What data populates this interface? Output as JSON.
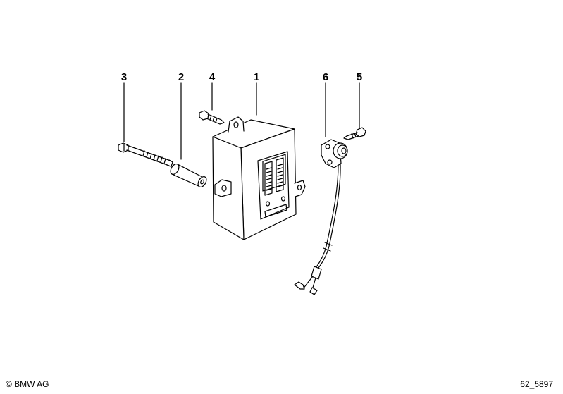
{
  "callouts": {
    "part_1": "1",
    "part_2": "2",
    "part_3": "3",
    "part_4": "4",
    "part_5": "5",
    "part_6": "6"
  },
  "footer": {
    "copyright": "© BMW AG",
    "figure_id": "62_5897"
  }
}
